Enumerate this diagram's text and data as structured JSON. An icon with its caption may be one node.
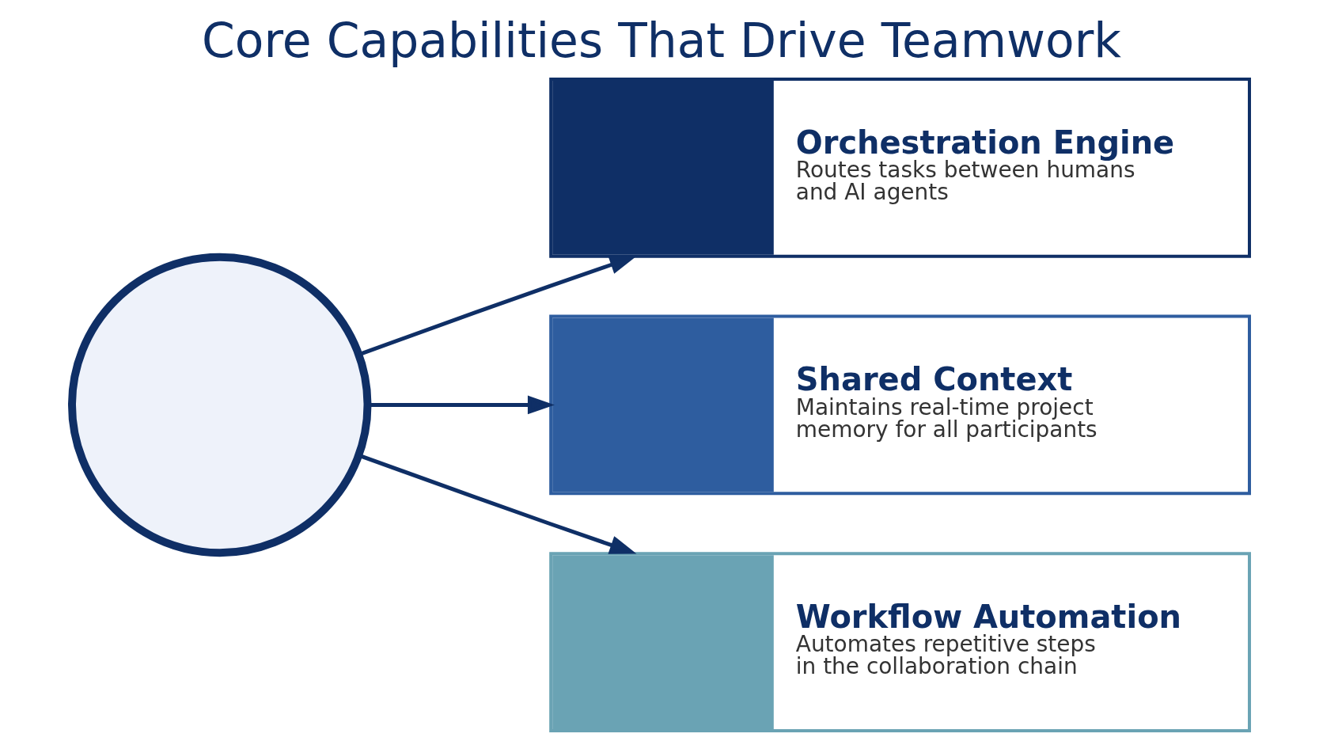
{
  "diagram": {
    "title": "Core Capabilities That Drive Teamwork",
    "nodes": [
      {
        "text": [],
        "shape": "circle"
      },
      {
        "text": [
          "Orchestration Engine",
          "Routes tasks between humans and AI agents"
        ]
      },
      {
        "text": [
          "Shared Context",
          "Maintains real-time project memory for all participants"
        ]
      },
      {
        "text": [
          "Workflow Automation",
          "Automates repetitive steps in the collaboration chain"
        ]
      }
    ],
    "edges": [
      {
        "from": 0,
        "to": 1,
        "arrow": "to"
      },
      {
        "from": 0,
        "to": 2,
        "arrow": "to"
      },
      {
        "from": 0,
        "to": 3,
        "arrow": "to"
      }
    ]
  }
}
